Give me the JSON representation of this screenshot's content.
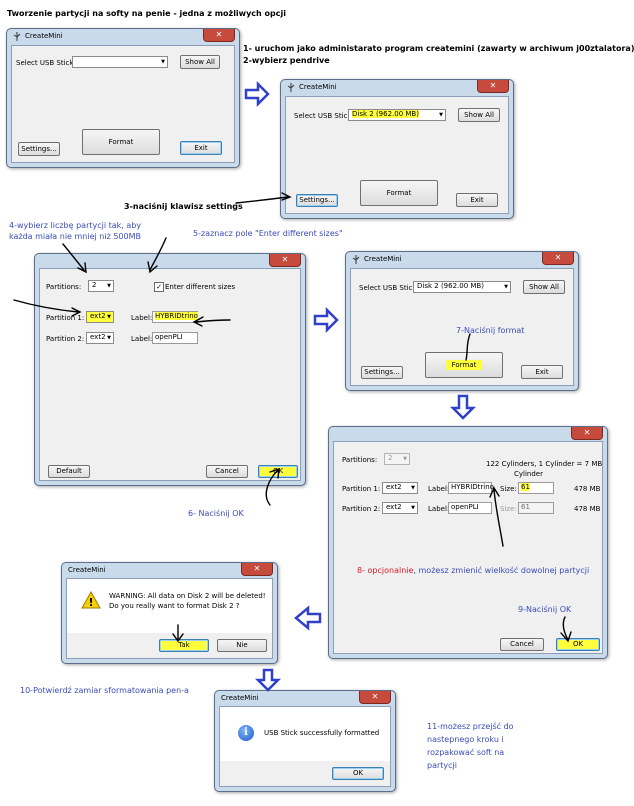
{
  "header": "Tworzenie partycji na softy na penie - jedna z możliwych opcji",
  "steps": {
    "s1": "1- uruchom jako administarato program createmini (zawarty w archiwum j00ztalatora)",
    "s2": "2-wybierz pendrive",
    "s3": "3-naciśnij klawisz settings",
    "s4a": "4-wybierz liczbę partycji tak, aby",
    "s4b": "każda miała nie mniej niż 500MB",
    "s5": "5-zaznacz pole \"Enter different sizes\"",
    "s6": "6- Naciśnij OK",
    "s7": "7-Naciśnij format",
    "s8a": "8- opcjonalnie",
    "s8b": ", możesz zmienić wielkość dowolnej partycji",
    "s9": "9-Naciśnij OK",
    "s10": "10-Potwierdź zamiar sformatowania pen-a",
    "s11a": "11-możesz przejść do",
    "s11b": "nastepnego kroku i",
    "s11c": "rozpakować soft na",
    "s11d": "partycji"
  },
  "win1": {
    "title": "CreateMini",
    "select_label": "Select USB Stick:",
    "select_value": "",
    "show_all": "Show All",
    "format": "Format",
    "settings": "Settings...",
    "exit": "Exit"
  },
  "win2": {
    "title": "CreateMini",
    "select_label": "Select USB Stick:",
    "select_value": "Disk 2 (962.00 MB)",
    "show_all": "Show All",
    "format": "Format",
    "settings": "Settings...",
    "exit": "Exit"
  },
  "win3": {
    "partitions_label": "Partitions:",
    "partitions_value": "2",
    "enter_sizes": "Enter different sizes",
    "p1_label": "Partition 1:",
    "p1_fs": "ext2",
    "label_label": "Label:",
    "p1_name": "HYBRIDtrino",
    "p2_label": "Partition 2:",
    "p2_fs": "ext2",
    "p2_name": "openPLI",
    "default": "Default",
    "cancel": "Cancel",
    "ok": "OK"
  },
  "win4": {
    "title": "CreateMini",
    "select_label": "Select USB Stick:",
    "select_value": "Disk 2 (962.00 MB)",
    "show_all": "Show All",
    "format": "Format",
    "settings": "Settings...",
    "exit": "Exit"
  },
  "win5": {
    "partitions_label": "Partitions:",
    "partitions_value": "2",
    "cyl_info": "122 Cylinders, 1 Cylinder = 7 MB",
    "cylinder": "Cylinder",
    "p1_label": "Partition 1:",
    "p1_fs": "ext2",
    "label_label": "Label:",
    "p1_name": "HYBRIDtrino",
    "size_label": "Size:",
    "p1_size": "61",
    "p1_mb": "478 MB",
    "p2_label": "Partition 2:",
    "p2_fs": "ext2",
    "p2_name": "openPLI",
    "p2_size": "61",
    "p2_mb": "478 MB",
    "cancel": "Cancel",
    "ok": "OK"
  },
  "win6": {
    "title": "CreateMini",
    "line1": "WARNING: All data on Disk 2 will be deleted!",
    "line2": "Do you really want to format Disk 2 ?",
    "yes": "Tak",
    "no": "Nie"
  },
  "win7": {
    "title": "CreateMini",
    "message": "USB Stick successfully formatted",
    "ok": "OK"
  },
  "colors": {
    "annotation_blue": "#3b4db8",
    "annotation_red": "#e0182a",
    "highlight": "#ffff3c",
    "arrow_blue": "#3040c8"
  }
}
